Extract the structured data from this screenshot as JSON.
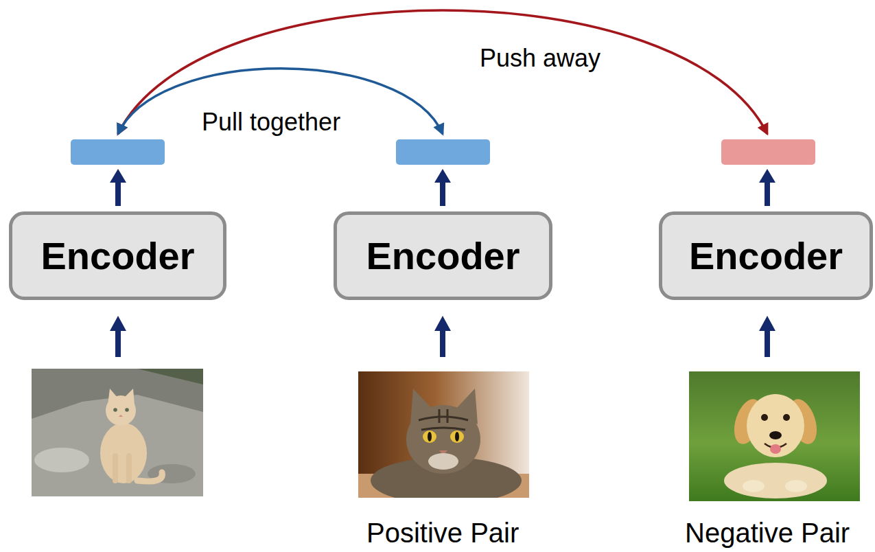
{
  "diagram": {
    "nodes": [
      {
        "text": [
          "Encoder"
        ]
      },
      {
        "text": [
          "Encoder"
        ]
      },
      {
        "text": [
          "Encoder"
        ]
      }
    ],
    "labels": [
      "Push away",
      "Pull together",
      "Positive Pair",
      "Negative Pair"
    ]
  }
}
